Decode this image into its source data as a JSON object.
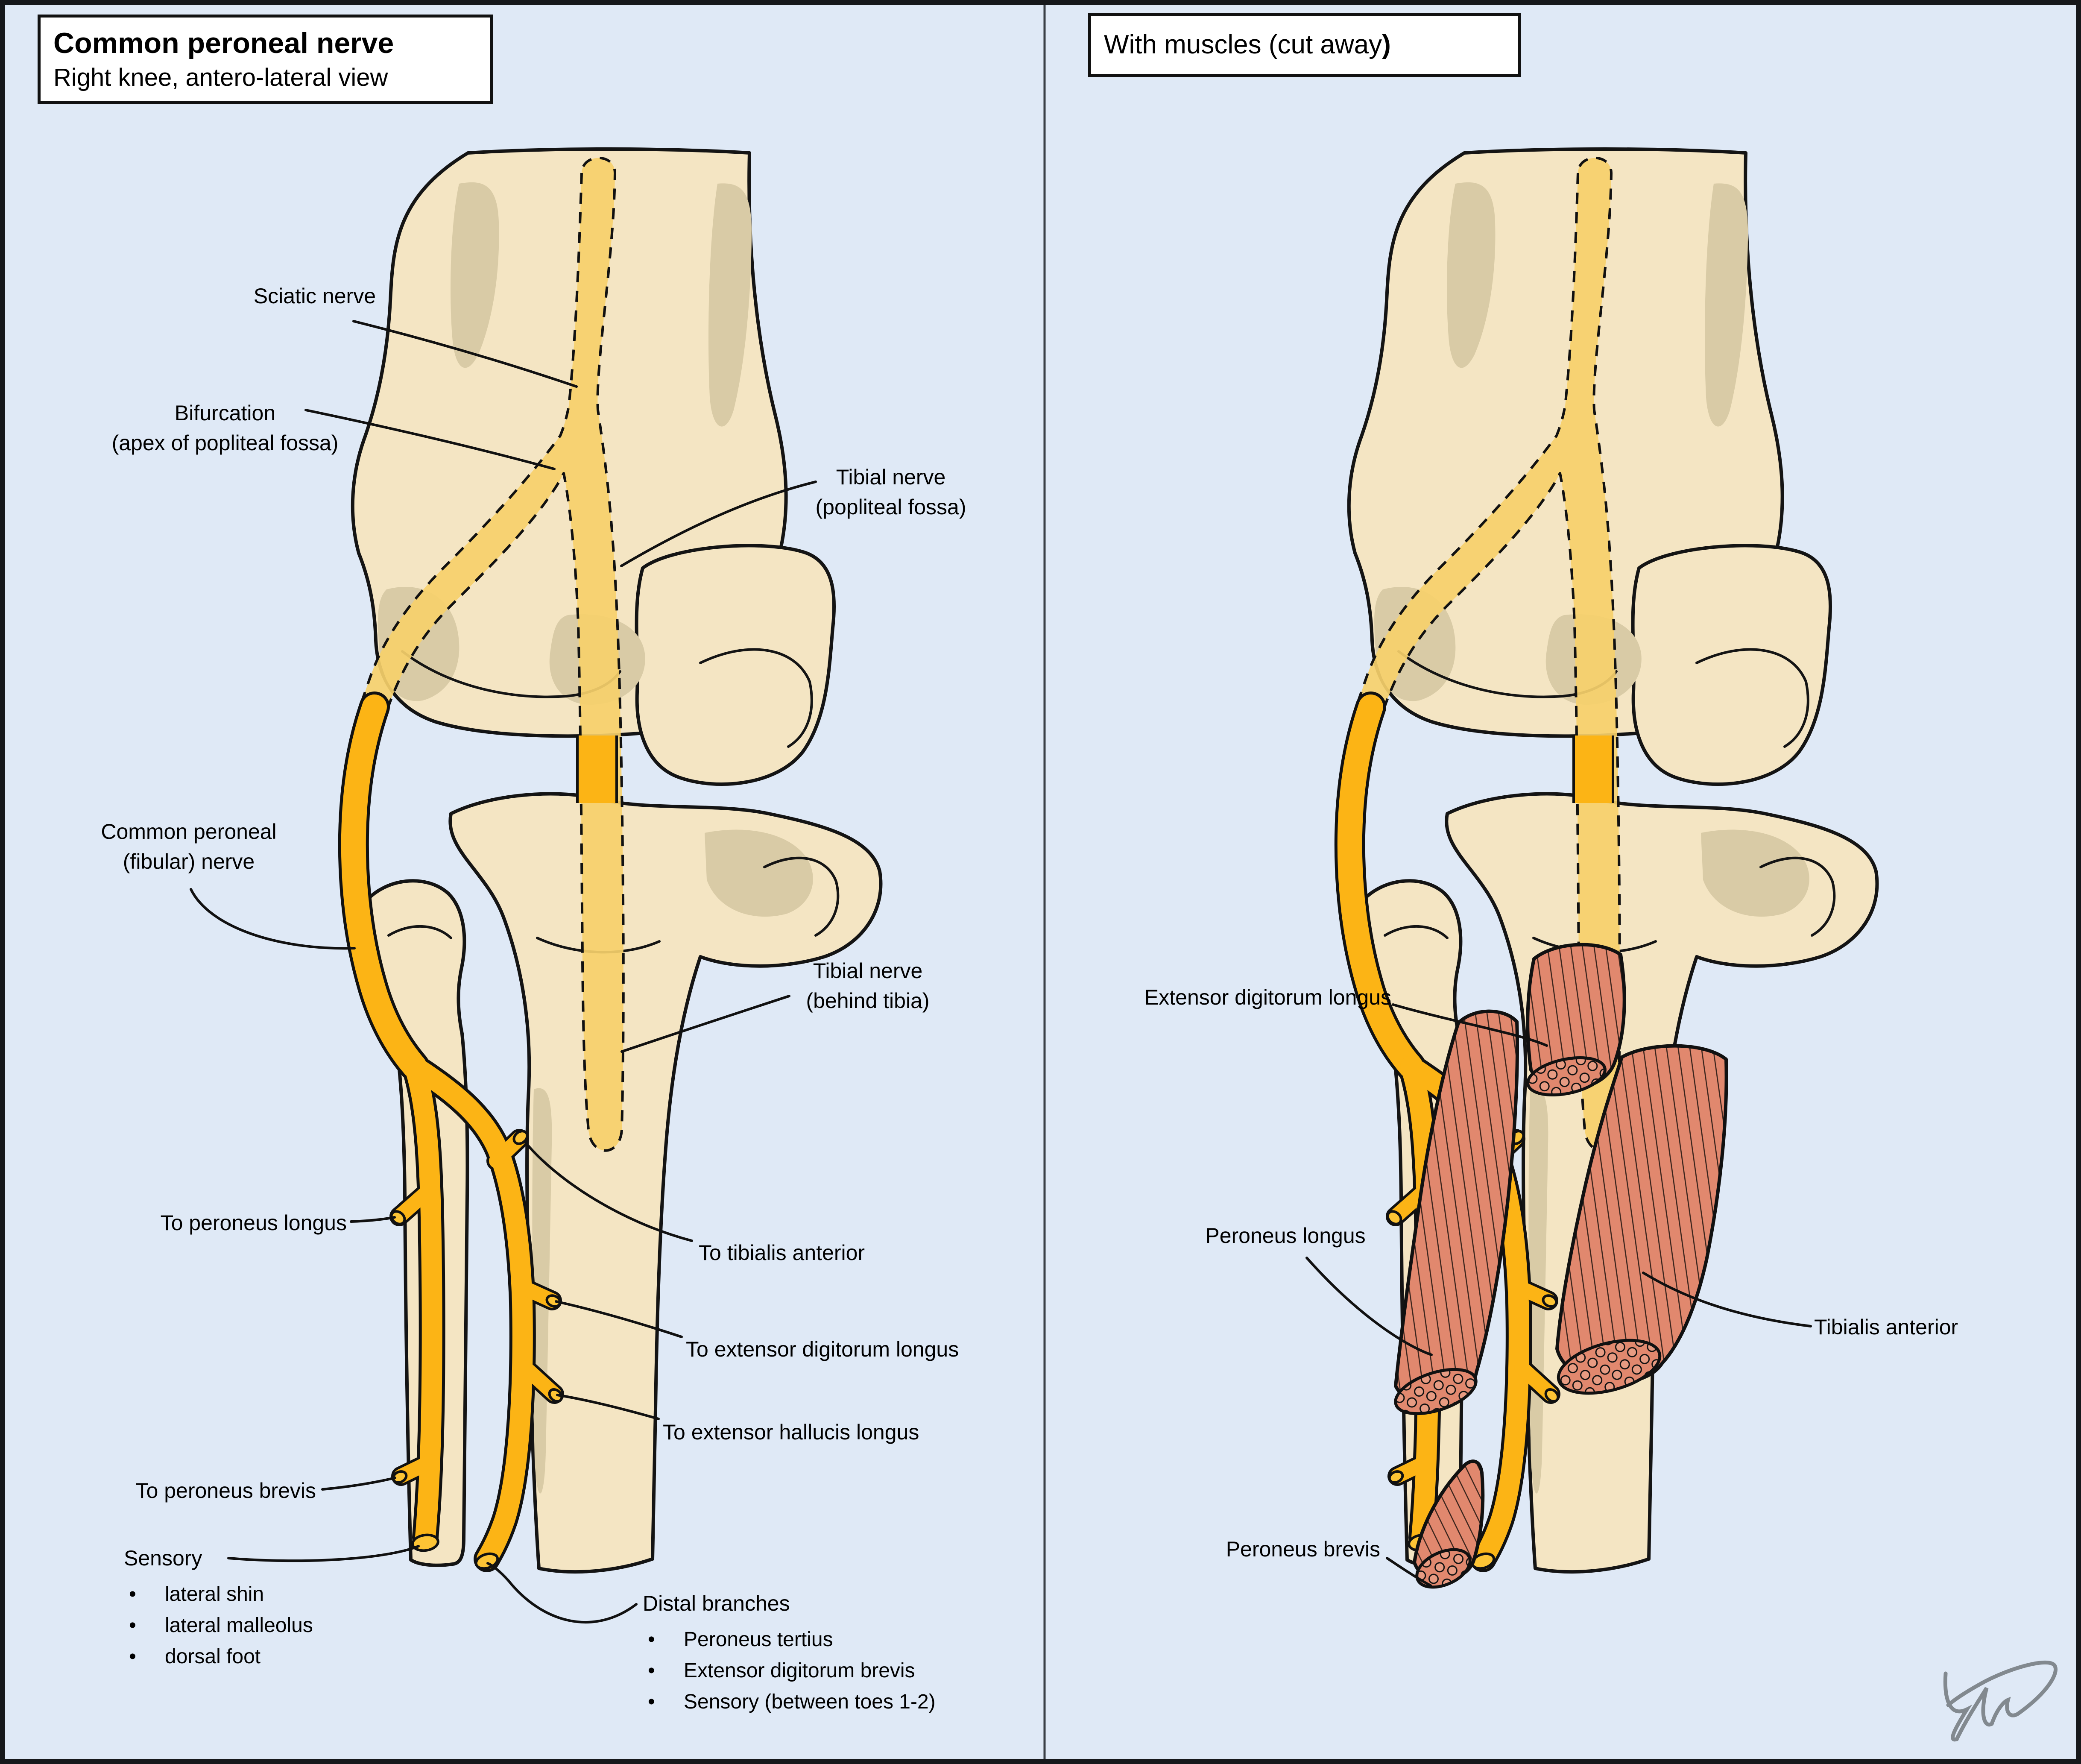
{
  "left_panel": {
    "title": "Common peroneal nerve",
    "subtitle": "Right knee, antero-lateral view",
    "labels": {
      "sciatic": "Sciatic nerve",
      "bifurcation_line1": "Bifurcation",
      "bifurcation_line2": "(apex of popliteal fossa)",
      "tibial_popliteal_line1": "Tibial nerve",
      "tibial_popliteal_line2": "(popliteal fossa)",
      "common_peroneal_line1": "Common peroneal",
      "common_peroneal_line2": "(fibular) nerve",
      "tibial_behind_line1": "Tibial nerve",
      "tibial_behind_line2": "(behind tibia)",
      "to_peroneus_longus": "To peroneus longus",
      "to_tibialis_anterior": "To tibialis anterior",
      "to_extensor_digitorum_longus": "To extensor digitorum longus",
      "to_extensor_hallucis_longus": "To extensor hallucis longus",
      "to_peroneus_brevis": "To peroneus brevis"
    },
    "sensory": {
      "title": "Sensory",
      "items": [
        "lateral shin",
        "lateral malleolus",
        "dorsal foot"
      ]
    },
    "distal_branches": {
      "title": "Distal branches",
      "items": [
        "Peroneus tertius",
        "Extensor digitorum brevis",
        "Sensory (between toes 1-2)"
      ]
    }
  },
  "right_panel": {
    "title_main": "With muscles (cut away",
    "title_bold_paren": ")",
    "labels": {
      "extensor_digitorum_longus": "Extensor digitorum longus",
      "peroneus_longus": "Peroneus longus",
      "tibialis_anterior": "Tibialis anterior",
      "peroneus_brevis": "Peroneus brevis"
    }
  },
  "colors": {
    "background": "#dfe9f6",
    "bone": "#f4e5c3",
    "bone_shadow": "#d9cba6",
    "nerve_front": "#fcb515",
    "nerve_behind": "#f6d06b",
    "nerve_cut_end": "#fdc435",
    "muscle": "#e1886e",
    "muscle_cut": "#e79b82",
    "outline": "#111111",
    "signature": "#82898f"
  }
}
